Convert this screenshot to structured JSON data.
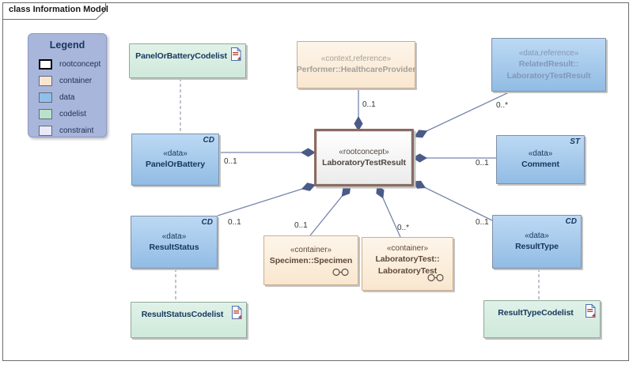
{
  "frame": {
    "tab_label": "class Information Model"
  },
  "legend": {
    "title": "Legend",
    "items": [
      {
        "label": "rootconcept",
        "color": "#ffffff"
      },
      {
        "label": "container",
        "color": "#fae6d0"
      },
      {
        "label": "data",
        "color": "#90c0ea"
      },
      {
        "label": "codelist",
        "color": "#b9e2ca"
      },
      {
        "label": "constraint",
        "color": "#e9e9f8"
      }
    ]
  },
  "nodes": {
    "performer": {
      "stereotype": "«context,reference»",
      "name": "Performer::HealthcareProvider"
    },
    "related_result": {
      "stereotype": "«data,reference»",
      "name": "RelatedResult::\nLaboratoryTestResult"
    },
    "panel_or_battery_codelist": {
      "name": "PanelOrBatteryCodelist"
    },
    "panel_or_battery": {
      "stereotype": "«data»",
      "name": "PanelOrBattery",
      "datatype": "CD"
    },
    "root": {
      "stereotype": "«rootconcept»",
      "name": "LaboratoryTestResult"
    },
    "comment": {
      "stereotype": "«data»",
      "name": "Comment",
      "datatype": "ST"
    },
    "result_status": {
      "stereotype": "«data»",
      "name": "ResultStatus",
      "datatype": "CD"
    },
    "result_status_codelist": {
      "name": "ResultStatusCodelist"
    },
    "specimen": {
      "stereotype": "«container»",
      "name": "Specimen::Specimen"
    },
    "laboratory_test": {
      "stereotype": "«container»",
      "name": "LaboratoryTest::\nLaboratoryTest"
    },
    "result_type": {
      "stereotype": "«data»",
      "name": "ResultType",
      "datatype": "CD"
    },
    "result_type_codelist": {
      "name": "ResultTypeCodelist"
    }
  },
  "edges": [
    {
      "from": "Performer::HealthcareProvider",
      "to": "LaboratoryTestResult",
      "kind": "composition",
      "multiplicity": "0..1"
    },
    {
      "from": "RelatedResult::LaboratoryTestResult",
      "to": "LaboratoryTestResult",
      "kind": "composition",
      "multiplicity": "0..*"
    },
    {
      "from": "PanelOrBattery",
      "to": "LaboratoryTestResult",
      "kind": "composition",
      "multiplicity": "0..1"
    },
    {
      "from": "ResultStatus",
      "to": "LaboratoryTestResult",
      "kind": "composition",
      "multiplicity": "0..1"
    },
    {
      "from": "Specimen::Specimen",
      "to": "LaboratoryTestResult",
      "kind": "composition",
      "multiplicity": "0..1"
    },
    {
      "from": "LaboratoryTest::LaboratoryTest",
      "to": "LaboratoryTestResult",
      "kind": "composition",
      "multiplicity": "0..*"
    },
    {
      "from": "Comment",
      "to": "LaboratoryTestResult",
      "kind": "composition",
      "multiplicity": "0..1"
    },
    {
      "from": "ResultType",
      "to": "LaboratoryTestResult",
      "kind": "composition",
      "multiplicity": "0..1"
    },
    {
      "from": "PanelOrBatteryCodelist",
      "to": "PanelOrBattery",
      "kind": "trace-dashed"
    },
    {
      "from": "ResultStatus",
      "to": "ResultStatusCodelist",
      "kind": "trace-dashed"
    },
    {
      "from": "ResultType",
      "to": "ResultTypeCodelist",
      "kind": "trace-dashed"
    }
  ],
  "icons": {
    "linked_document": "linked-document-icon",
    "glasses": "glasses-icon"
  },
  "colors": {
    "data_fill": "#a9cdee",
    "container_fill": "#fbf0e2",
    "codelist_fill": "#d9efe4",
    "rootconcept_border": "#8a6b61",
    "connector": "#7486aa",
    "diamond": "#4b5b88"
  }
}
